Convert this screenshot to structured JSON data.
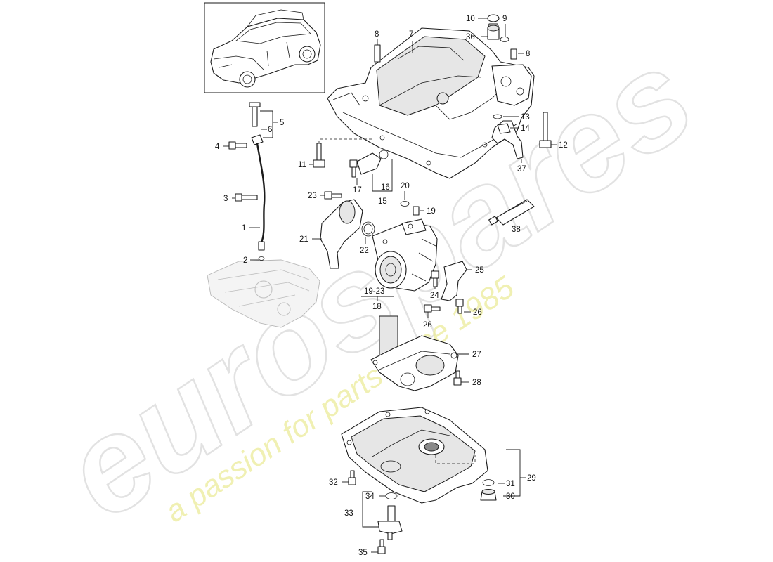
{
  "watermark": {
    "brand": "eurospares",
    "tagline": "a passion for parts since 1985"
  },
  "callouts": {
    "c1": "1",
    "c2": "2",
    "c3": "3",
    "c4": "4",
    "c5": "5",
    "c6": "6",
    "c7": "7",
    "c8a": "8",
    "c8b": "8",
    "c9": "9",
    "c10": "10",
    "c11": "11",
    "c12": "12",
    "c13": "13",
    "c14": "14",
    "c15": "15",
    "c16": "16",
    "c17": "17",
    "c18": "18",
    "c19_23": "19-23",
    "c19": "19",
    "c20": "20",
    "c21": "21",
    "c22": "22",
    "c23": "23",
    "c24": "24",
    "c25": "25",
    "c26a": "26",
    "c26b": "26",
    "c27": "27",
    "c28": "28",
    "c29": "29",
    "c30": "30",
    "c31": "31",
    "c32": "32",
    "c33": "33",
    "c34": "34",
    "c35": "35",
    "c36": "36",
    "c37": "37",
    "c38": "38"
  },
  "colors": {
    "line": "#1a1a1a",
    "watermark_outline": "#dedede",
    "watermark_tagline": "#ecec9a"
  }
}
